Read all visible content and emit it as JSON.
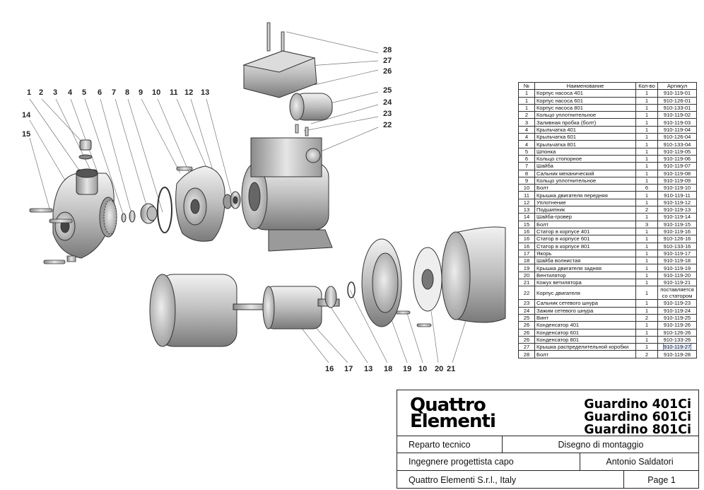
{
  "callouts": {
    "top_row": [
      "1",
      "2",
      "3",
      "4",
      "5",
      "6",
      "7",
      "8",
      "9",
      "10",
      "11",
      "12",
      "13"
    ],
    "left": [
      "14",
      "15"
    ],
    "right_col": [
      "28",
      "27",
      "26",
      "25",
      "24",
      "23",
      "22"
    ],
    "bottom_row": [
      "16",
      "17",
      "13",
      "18",
      "19",
      "10",
      "20",
      "21"
    ]
  },
  "table": {
    "headers": [
      "№",
      "Наименование",
      "Кол-во",
      "Артикул"
    ],
    "rows": [
      [
        "1",
        "Корпус насоса 401",
        "1",
        "910-119-01"
      ],
      [
        "1",
        "Корпус насоса 601",
        "1",
        "910-126-01"
      ],
      [
        "1",
        "Корпус насоса 801",
        "1",
        "910-133-01"
      ],
      [
        "2",
        "Кольцо уплотнительное",
        "1",
        "910-119-02"
      ],
      [
        "3",
        "Заливная пробка (болт)",
        "1",
        "910-119-03"
      ],
      [
        "4",
        "Крыльчатка 401",
        "1",
        "910-119-04"
      ],
      [
        "4",
        "Крыльчатка 601",
        "1",
        "910-126-04"
      ],
      [
        "4",
        "Крыльчатка 801",
        "1",
        "910-133-04"
      ],
      [
        "5",
        "Шпонка",
        "1",
        "910-119-05"
      ],
      [
        "6",
        "Кольцо стопорное",
        "1",
        "910-119-06"
      ],
      [
        "7",
        "Шайба",
        "1",
        "910-119-07"
      ],
      [
        "8",
        "Сальник механический",
        "1",
        "910-119-08"
      ],
      [
        "9",
        "Кольцо уплотнительное",
        "1",
        "910-119-09"
      ],
      [
        "10",
        "Болт",
        "6",
        "910-119-10"
      ],
      [
        "11",
        "Крышка двигателя передняя",
        "1",
        "910-119-11"
      ],
      [
        "12",
        "Уплотнение",
        "1",
        "910-119-12"
      ],
      [
        "13",
        "Подшипник",
        "2",
        "910-119-13"
      ],
      [
        "14",
        "Шайба-гровер",
        "1",
        "910-119-14"
      ],
      [
        "15",
        "Болт",
        "3",
        "910-119-15"
      ],
      [
        "16",
        "Статор в корпусе 401",
        "1",
        "910-119-16"
      ],
      [
        "16",
        "Статор в корпусе 601",
        "1",
        "910-126-16"
      ],
      [
        "16",
        "Статор в корпусе 801",
        "1",
        "910-133-16"
      ],
      [
        "17",
        "Якорь",
        "1",
        "910-119-17"
      ],
      [
        "18",
        "Шайба волнистая",
        "1",
        "910-119-18"
      ],
      [
        "19",
        "Крышка двигателя задняя",
        "1",
        "910-119-19"
      ],
      [
        "20",
        "Вентилятор",
        "1",
        "910-119-20"
      ],
      [
        "21",
        "Кожух ветилятора",
        "1",
        "910-119-21"
      ],
      [
        "22",
        "Корпус двигателя",
        "1",
        "поставляется со статором"
      ],
      [
        "23",
        "Сальник сетевого шнура",
        "1",
        "910-119-23"
      ],
      [
        "24",
        "Зажим сетевого шнура",
        "1",
        "910-119-24"
      ],
      [
        "25",
        "Винт",
        "2",
        "910-119-25"
      ],
      [
        "26",
        "Конденсатор 401",
        "1",
        "910-119-26"
      ],
      [
        "26",
        "Конденсатор 601",
        "1",
        "910-126-26"
      ],
      [
        "26",
        "Конденсатор 801",
        "1",
        "910-133-26"
      ],
      [
        "27",
        "Крышка распределительной коробки",
        "1",
        "910-119-27"
      ],
      [
        "28",
        "Болт",
        "2",
        "910-119-28"
      ]
    ],
    "highlighted_article": "910-119-27"
  },
  "title_block": {
    "logo_line1": "Quattro",
    "logo_line2": "Elementi",
    "models": [
      "Guardino 401Ci",
      "Guardino 601Ci",
      "Guardino 801Ci"
    ],
    "department": "Reparto tecnico",
    "drawing_type": "Disegno di montaggio",
    "engineer_role": "Ingegnere progettista capo",
    "engineer_name": "Antonio Saldatori",
    "company": "Quattro Elementi S.r.l., Italy",
    "page": "Page 1"
  }
}
